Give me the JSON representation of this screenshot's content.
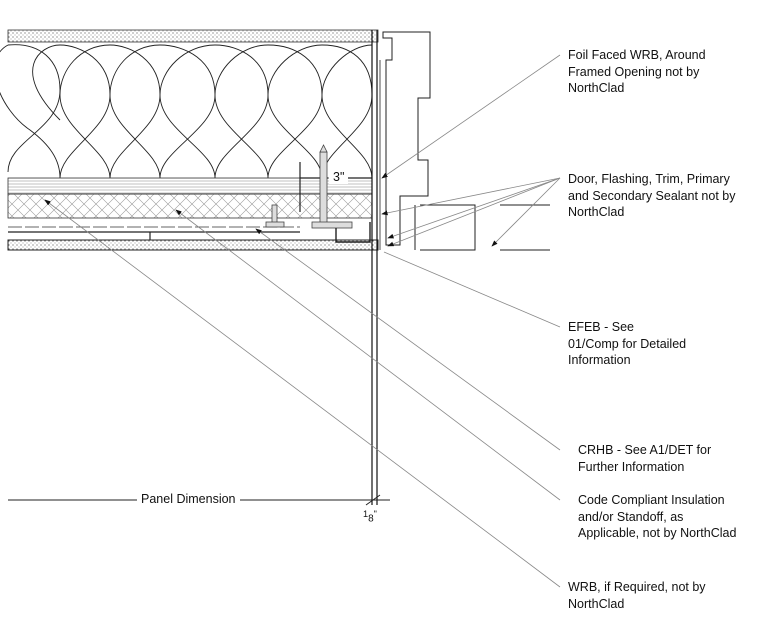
{
  "callouts": {
    "foil_wrb": [
      "Foil Faced WRB, Around",
      "Framed Opening not by",
      "NorthClad"
    ],
    "door_flashing": [
      "Door, Flashing, Trim, Primary",
      "and Secondary Sealant not by",
      "NorthClad"
    ],
    "efeb": [
      "EFEB - See",
      "01/Comp for Detailed",
      "Information"
    ],
    "crhb": [
      "CRHB - See A1/DET for",
      "Further Information"
    ],
    "insulation": [
      "Code Compliant Insulation",
      "and/or Standoff, as",
      "Applicable, not by NorthClad"
    ],
    "wrb": [
      "WRB, if Required, not by",
      "NorthClad"
    ]
  },
  "dimensions": {
    "panel": "Panel Dimension",
    "gap": "3\"",
    "joint_num": "1",
    "joint_den": "8",
    "joint_unit": "\""
  }
}
